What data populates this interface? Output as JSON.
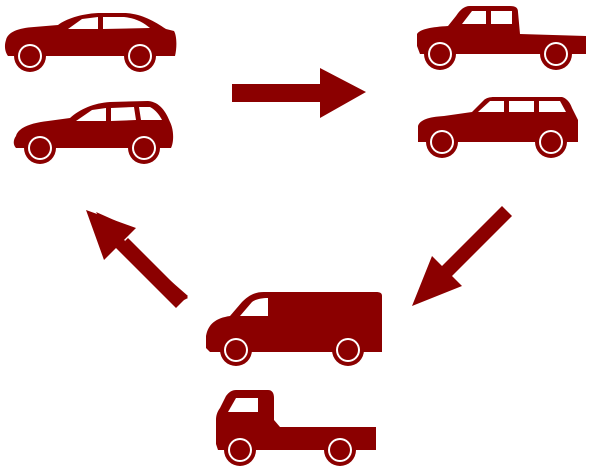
{
  "colors": {
    "vehicle": "#8b0000",
    "background": "#ffffff"
  },
  "groups": {
    "top_left": [
      "sedan-icon",
      "hatchback-icon"
    ],
    "top_right": [
      "pickup-truck-icon",
      "suv-icon"
    ],
    "bottom": [
      "van-icon",
      "flatbed-truck-icon"
    ]
  },
  "arrows": [
    {
      "from": "top_left",
      "to": "top_right",
      "direction": "right"
    },
    {
      "from": "top_right",
      "to": "bottom",
      "direction": "down-left"
    },
    {
      "from": "bottom",
      "to": "top_left",
      "direction": "up-left"
    }
  ]
}
